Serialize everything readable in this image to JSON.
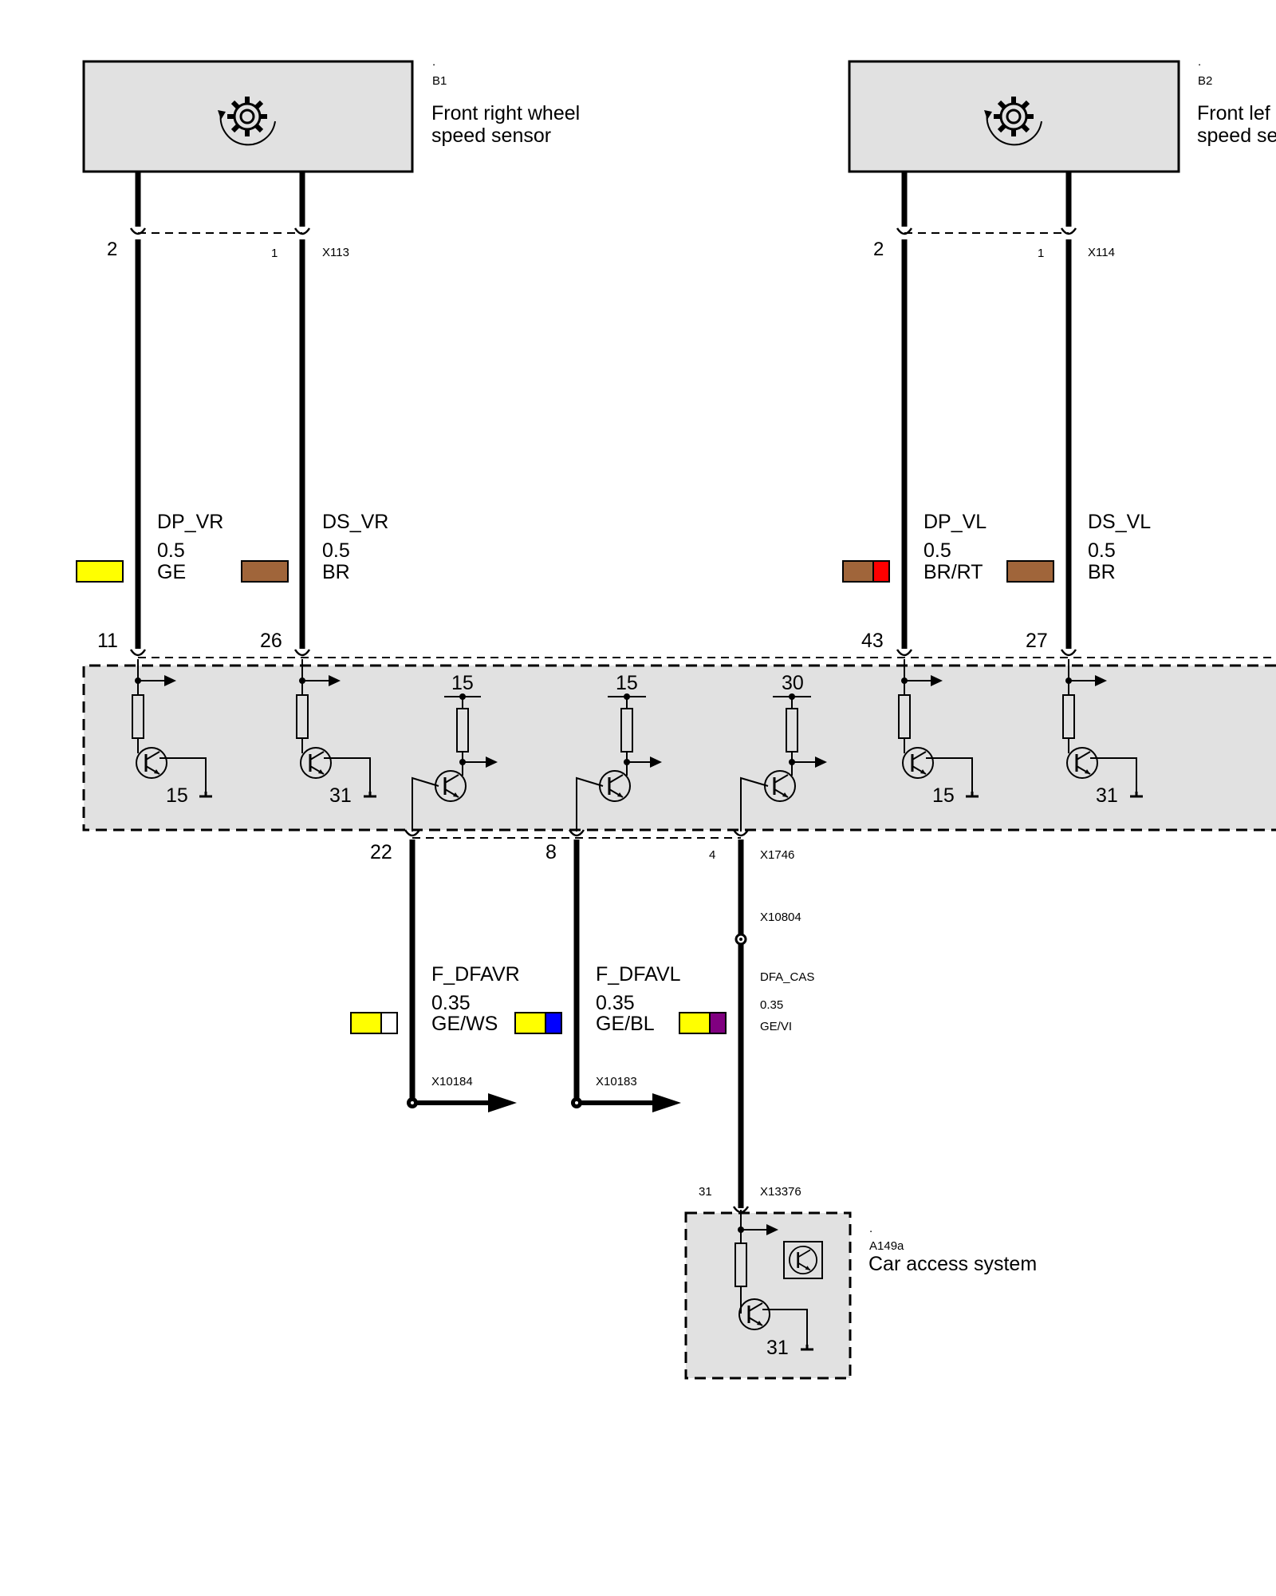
{
  "components": {
    "b1": {
      "dot": ".",
      "id": "B1",
      "name_line1": "Front right wheel",
      "name_line2": "speed sensor"
    },
    "b2": {
      "dot": ".",
      "id": "B2",
      "name_line1": "Front lef",
      "name_line2": "speed se"
    },
    "a149a": {
      "dot": ".",
      "id": "A149a",
      "name": "Car access system"
    }
  },
  "connectors": {
    "x113": {
      "id": "X113",
      "pin_left": "2",
      "pin_right": "1"
    },
    "x114": {
      "id": "X114",
      "pin_left": "2",
      "pin_right": "1"
    },
    "module_top_pins": [
      "11",
      "26",
      "43",
      "27"
    ],
    "module_bottom": {
      "pin_a": "22",
      "pin_b": "8",
      "pin_c": "4",
      "id": "X1746"
    },
    "x10804": "X10804",
    "x10184": "X10184",
    "x10183": "X10183",
    "x13376": {
      "pin": "31",
      "id": "X13376"
    }
  },
  "wires": [
    {
      "signal": "DP_VR",
      "size": "0.5",
      "color_code": "GE",
      "colors": [
        "#ffff00"
      ]
    },
    {
      "signal": "DS_VR",
      "size": "0.5",
      "color_code": "BR",
      "colors": [
        "#a0653a"
      ]
    },
    {
      "signal": "DP_VL",
      "size": "0.5",
      "color_code": "BR/RT",
      "colors": [
        "#a0653a",
        "#ff0000"
      ]
    },
    {
      "signal": "DS_VL",
      "size": "0.5",
      "color_code": "BR",
      "colors": [
        "#a0653a"
      ]
    },
    {
      "signal": "F_DFAVR",
      "size": "0.35",
      "color_code": "GE/WS",
      "colors": [
        "#ffff00",
        "#ffffff"
      ]
    },
    {
      "signal": "F_DFAVL",
      "size": "0.35",
      "color_code": "GE/BL",
      "colors": [
        "#ffff00",
        "#0000ff"
      ]
    },
    {
      "signal": "DFA_CAS",
      "size": "0.35",
      "color_code": "GE/VI",
      "colors": [
        "#ffff00",
        "#800080"
      ]
    }
  ],
  "module_labels": [
    "15",
    "31",
    "15",
    "15",
    "30",
    "15",
    "31"
  ],
  "cas_ground": "31",
  "palette": {
    "box_fill": "#e1e1e1",
    "line": "#000000"
  }
}
